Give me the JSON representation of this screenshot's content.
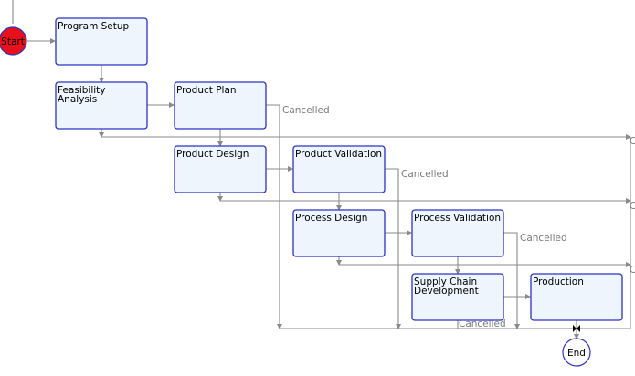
{
  "terminals": {
    "start": "Start",
    "end": "End"
  },
  "nodes": [
    {
      "id": "program-setup",
      "lines": [
        "Program Setup"
      ]
    },
    {
      "id": "feasibility-analysis",
      "lines": [
        "Feasibility",
        "Analysis"
      ]
    },
    {
      "id": "product-plan",
      "lines": [
        "Product Plan"
      ]
    },
    {
      "id": "product-design",
      "lines": [
        "Product Design"
      ]
    },
    {
      "id": "product-validation",
      "lines": [
        "Product Validation"
      ]
    },
    {
      "id": "process-design",
      "lines": [
        "Process Design"
      ]
    },
    {
      "id": "process-validation",
      "lines": [
        "Process Validation"
      ]
    },
    {
      "id": "supply-chain-development",
      "lines": [
        "Supply Chain",
        "Development"
      ]
    },
    {
      "id": "production",
      "lines": [
        "Production"
      ]
    }
  ],
  "edge_labels": {
    "cancelled_1": "Cancelled",
    "cancelled_2": "Cancelled",
    "cancelled_3": "Cancelled",
    "cancelled_4": "Cancelled",
    "cut_1": "C",
    "cut_2": "C",
    "cut_3": "C"
  },
  "colors": {
    "node_fill": "#eef5fd",
    "node_stroke": "#2b33c4",
    "edge": "#8a8a8a",
    "start_fill": "#e8101a",
    "label": "#7a7a7a"
  }
}
